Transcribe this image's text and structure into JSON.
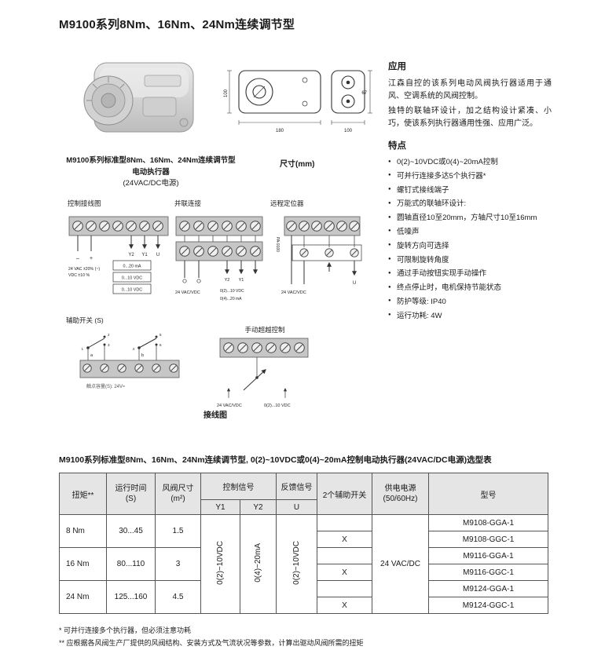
{
  "title": "M9100系列8Nm、16Nm、24Nm连续调节型",
  "product": {
    "caption_line1": "M9100系列标准型8Nm、16Nm、24Nm连续调节型",
    "caption_line2": "电动执行器",
    "caption_line3": "(24VAC/DC电源)"
  },
  "dimensions": {
    "caption": "尺寸(mm)",
    "front_width": "180",
    "front_height": "100",
    "side_width": "100",
    "side_height": "67"
  },
  "application": {
    "heading": "应用",
    "para1": "江森自控的该系列电动风阀执行器适用于通风、空调系统的风阀控制。",
    "para2": "独特的联轴环设计，加之结构设计紧凑、小巧，使该系列执行器通用性强、应用广泛。"
  },
  "features": {
    "heading": "特点",
    "items": [
      "0(2)~10VDC或0(4)~20mA控制",
      "可并行连接多达5个执行器*",
      "螺钉式接线端子",
      "万能式的联轴环设计:",
      "圆轴直径10至20mm，方轴尺寸10至16mm",
      "低噪声",
      "旋转方向可选择",
      "可限制旋转角度",
      "通过手动按钮实现手动操作",
      "终点停止时，电机保持节能状态",
      "防护等级: IP40",
      "运行功耗: 4W"
    ]
  },
  "wiring": {
    "caption": "接线图",
    "control": {
      "title": "控制接线图",
      "minus": "–",
      "plus": "+",
      "supply_line1": "24 VAC ±20% (~)",
      "supply_line2": "VDC ±10 %",
      "y2": "Y2",
      "y1": "Y1",
      "u": "U",
      "box1": "0...20 mA",
      "box2": "0...10 VDC",
      "box3": "0...10 VDC"
    },
    "parallel": {
      "title": "并联连接",
      "supply": "24 VAC/VDC",
      "y2": "Y2",
      "y1": "Y1",
      "sig1": "0(2)...10 VDC",
      "sig2": "0(4)...20 mA"
    },
    "remote": {
      "title": "远程定位器",
      "side_label": "PA-9100",
      "supply": "24 VAC/VDC",
      "u": "U"
    },
    "aux": {
      "title": "辅助开关 (S)",
      "sw_a": "a",
      "sw_b": "b",
      "n1": "1",
      "n2": "2",
      "n3": "3",
      "n4": "4",
      "n5": "5",
      "n6": "6",
      "note": "触点容量(S): 24V≈"
    },
    "manual": {
      "title": "手动超越控制",
      "supply": "24 VAC/VDC",
      "sig": "0(2)...10 VDC"
    }
  },
  "selection_table": {
    "title": "M9100系列标准型8Nm、16Nm、24Nm连续调节型, 0(2)~10VDC或0(4)~20mA控制电动执行器(24VAC/DC电源)选型表",
    "headers": {
      "torque": "扭矩**",
      "runtime": "运行时间",
      "runtime_unit": "(S)",
      "damper": "风阀尺寸",
      "damper_unit": "(m²)",
      "control": "控制信号",
      "feedback": "反馈信号",
      "y1": "Y1",
      "y2": "Y2",
      "u": "U",
      "aux": "2个辅助开关",
      "power": "供电电源",
      "power_unit": "(50/60Hz)",
      "model": "型号"
    },
    "signals": {
      "y1": "0(2)~10VDC",
      "y2": "0(4)~20mA",
      "u": "0(2)~10VDC"
    },
    "power_value": "24 VAC/DC",
    "groups": [
      {
        "torque": "8 Nm",
        "time": "30...45",
        "size": "1.5",
        "rows": [
          {
            "aux": "",
            "model": "M9108-GGA-1"
          },
          {
            "aux": "X",
            "model": "M9108-GGC-1"
          }
        ]
      },
      {
        "torque": "16 Nm",
        "time": "80...110",
        "size": "3",
        "rows": [
          {
            "aux": "",
            "model": "M9116-GGA-1"
          },
          {
            "aux": "X",
            "model": "M9116-GGC-1"
          }
        ]
      },
      {
        "torque": "24 Nm",
        "time": "125...160",
        "size": "4.5",
        "rows": [
          {
            "aux": "",
            "model": "M9124-GGA-1"
          },
          {
            "aux": "X",
            "model": "M9124-GGC-1"
          }
        ]
      }
    ]
  },
  "footnotes": [
    "* 可并行连接多个执行器，但必须注意功耗",
    "** 应根据各风阀生产厂提供的风阀结构、安装方式及气流状况等参数，计算出驱动风阀所需的扭矩"
  ]
}
